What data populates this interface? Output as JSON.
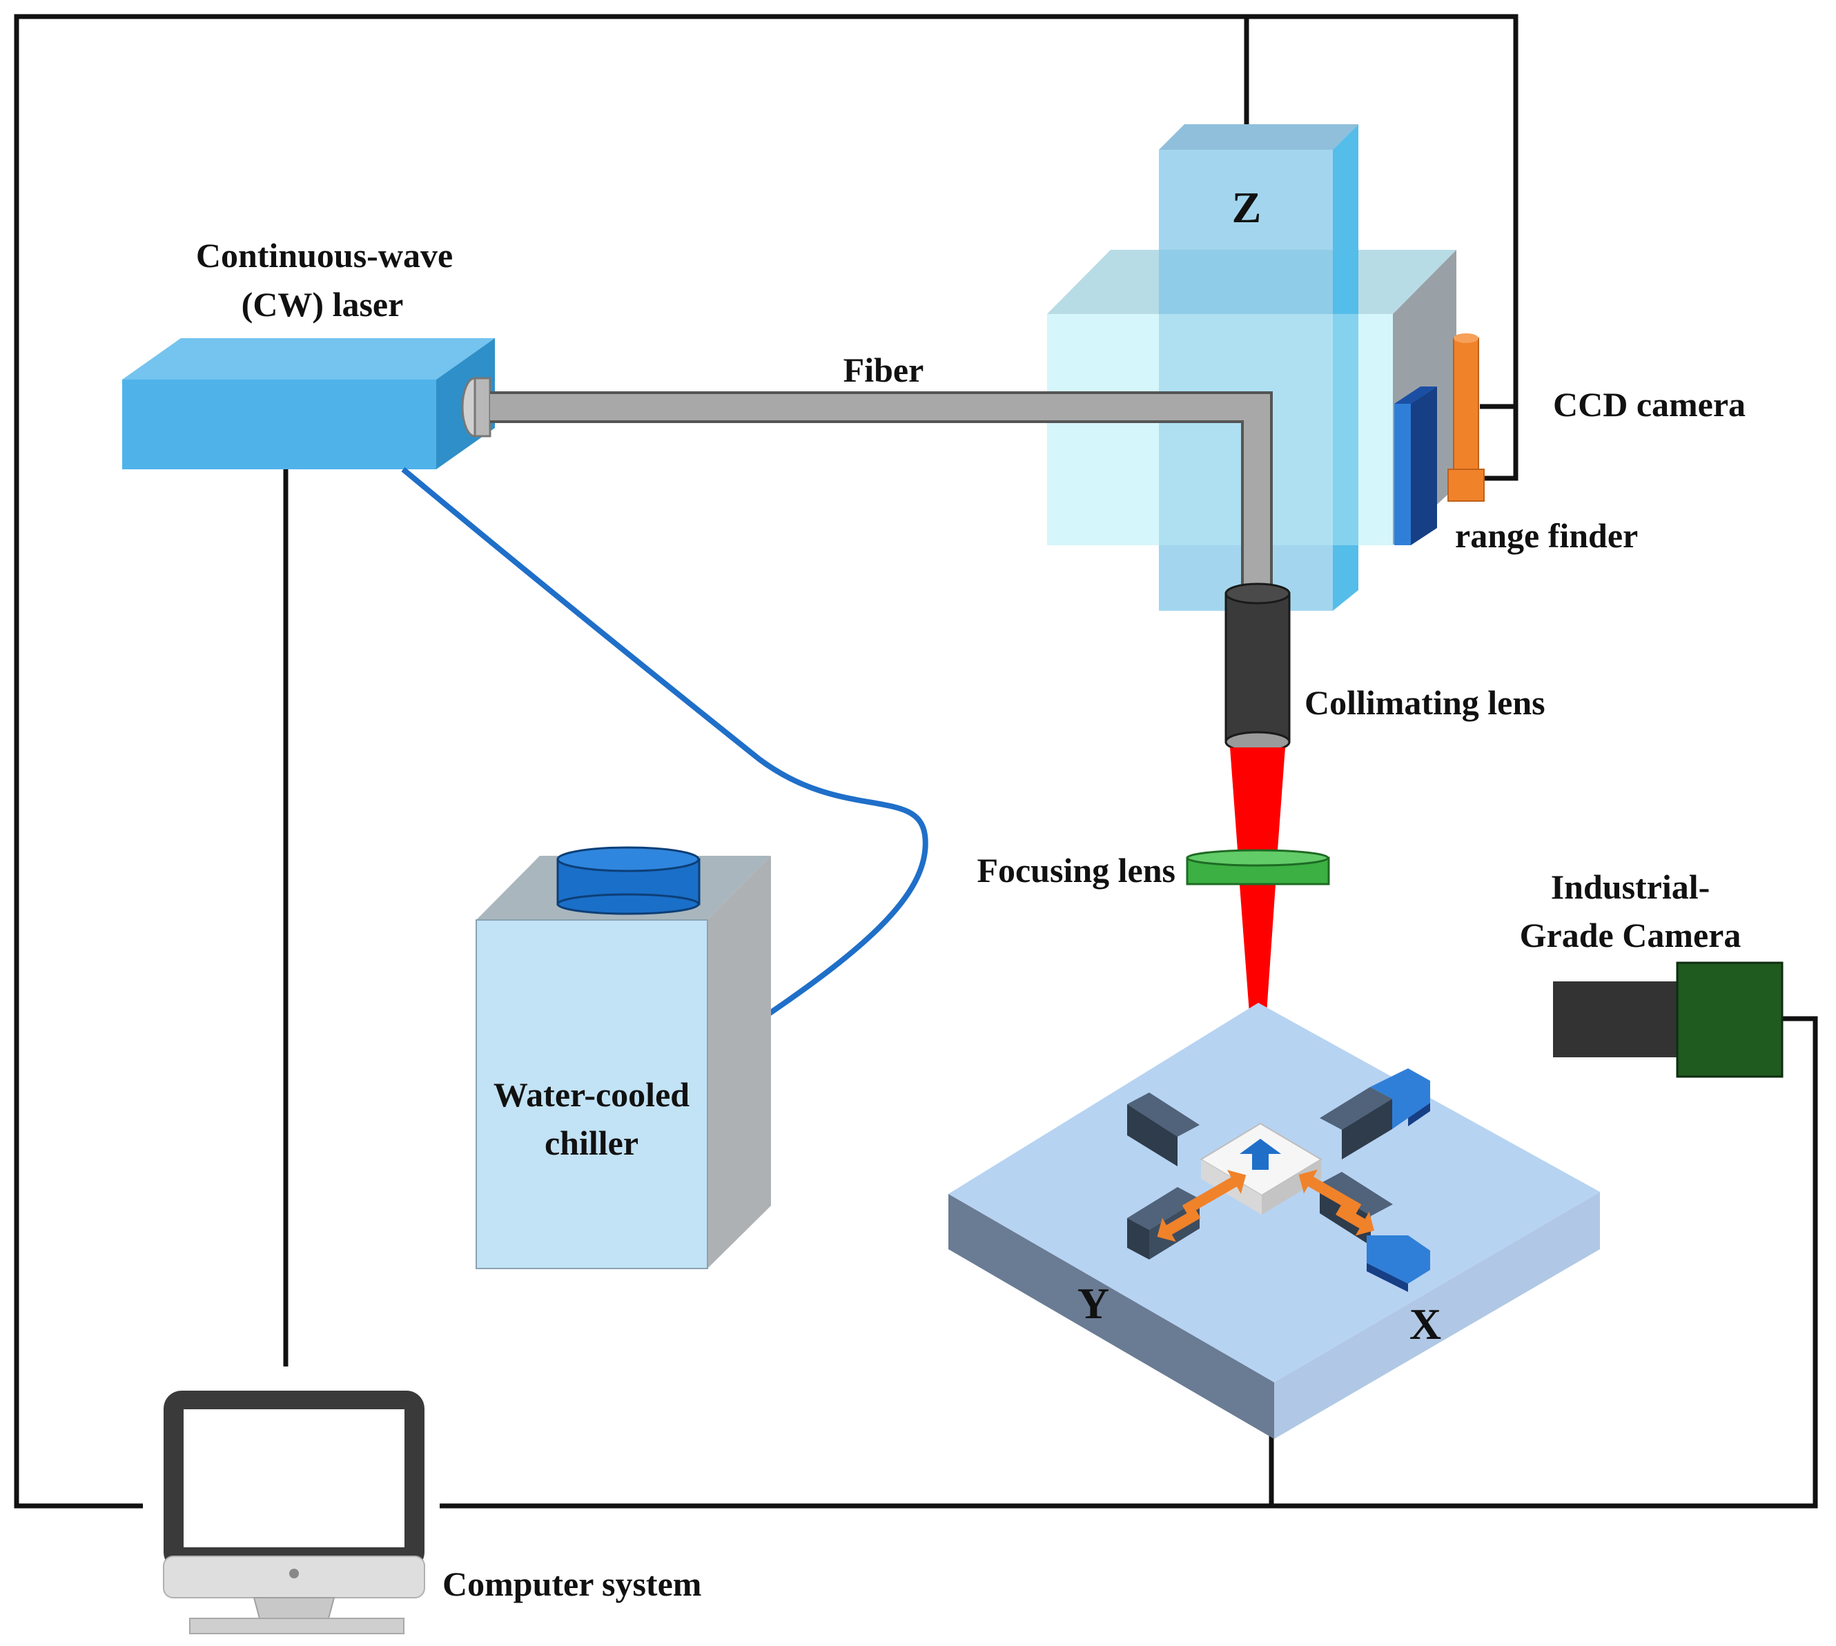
{
  "labels": {
    "laser_line1": "Continuous-wave",
    "laser_line2": "(CW) laser",
    "fiber": "Fiber",
    "z_axis": "Z",
    "ccd_camera": "CCD camera",
    "range_finder": "range finder",
    "collimating_lens": "Collimating lens",
    "focusing_lens": "Focusing lens",
    "industrial_line1": "Industrial-",
    "industrial_line2": "Grade Camera",
    "chiller_line1": "Water-cooled",
    "chiller_line2": "chiller",
    "y_axis": "Y",
    "x_axis": "X",
    "computer": "Computer system"
  },
  "colors": {
    "laser_body": "#4fb3ea",
    "laser_top": "#74c4ef",
    "laser_side": "#2f8fc8",
    "fiber": "#a8a8a8",
    "water_hose": "#1f6fc9",
    "beam": "#ff0000",
    "focusing_lens": "#3cb043",
    "collimator": "#3a3a3a",
    "ccd_camera": "#f0822a",
    "range_finder": "#2f7fd8",
    "chiller_front": "#c2e2f5",
    "chiller_cap": "#1a6fc8",
    "stage_top": "#b7d3f2",
    "stage_side": "#6a7b94",
    "industrial_camera_body": "#1f5a1f",
    "industrial_camera_lens": "#333333",
    "wire": "#111111"
  },
  "icons": {
    "computer": "monitor-icon",
    "motion_arrows": "double-arrow-icon",
    "up_arrow": "up-arrow-icon"
  }
}
